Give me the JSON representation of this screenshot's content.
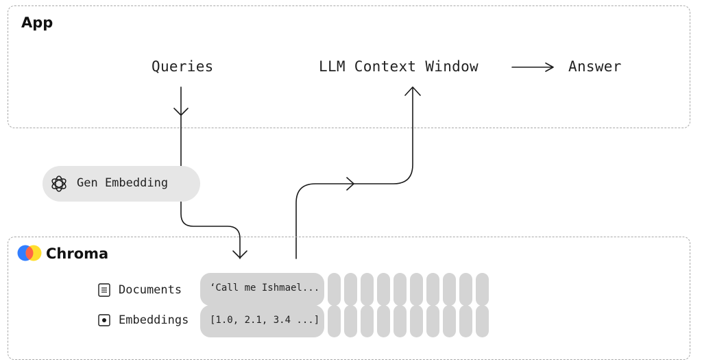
{
  "app": {
    "title": "App"
  },
  "nodes": {
    "queries": "Queries",
    "context_window": "LLM Context Window",
    "answer": "Answer"
  },
  "embedding_step": {
    "label": "Gen Embedding",
    "icon": "openai-icon"
  },
  "chroma": {
    "title": "Chroma",
    "logo_colors": [
      "#ff6446",
      "#ffde2d",
      "#327eff"
    ],
    "rows": [
      {
        "label": "Documents",
        "icon": "document-icon",
        "first_cell": "‘Call me Ishmael..."
      },
      {
        "label": "Embeddings",
        "icon": "embedding-icon",
        "first_cell": "[1.0, 2.1, 3.4 ...]"
      }
    ],
    "extra_columns": 10
  },
  "colors": {
    "cell": "#d4d4d4",
    "pill": "#e6e6e6",
    "border": "#a8a8a8",
    "stroke": "#1a1a1a"
  }
}
